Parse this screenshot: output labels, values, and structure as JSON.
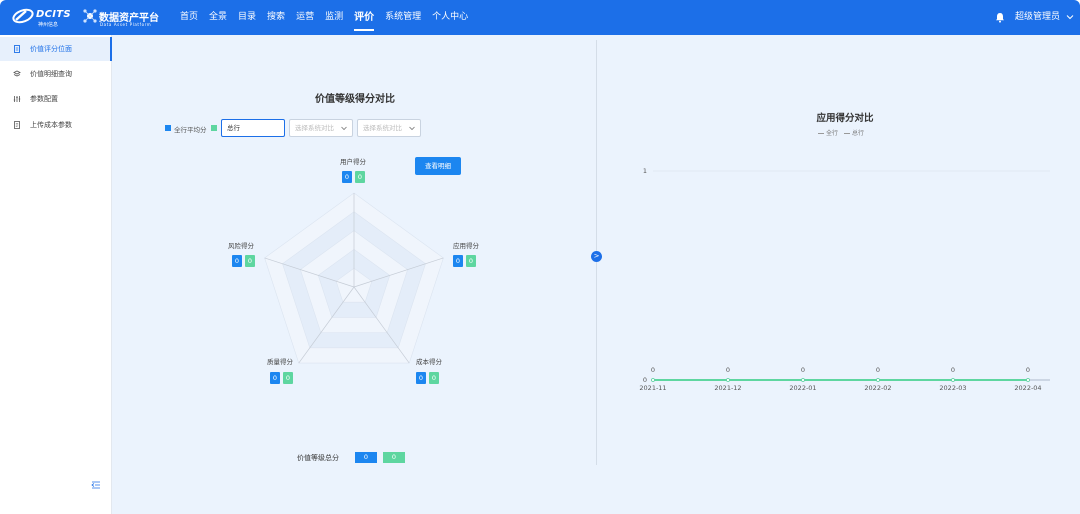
{
  "header": {
    "logo1_name": "DCITS",
    "logo1_sub": "神州信息",
    "logo2_name": "数据资产平台",
    "logo2_sub": "Data Asset Platform",
    "nav": [
      {
        "label": "首页",
        "active": false
      },
      {
        "label": "全景",
        "active": false
      },
      {
        "label": "目录",
        "active": false
      },
      {
        "label": "搜索",
        "active": false
      },
      {
        "label": "运营",
        "active": false
      },
      {
        "label": "监测",
        "active": false
      },
      {
        "label": "评价",
        "active": true
      },
      {
        "label": "系统管理",
        "active": false
      },
      {
        "label": "个人中心",
        "active": false
      }
    ],
    "user": "超级管理员"
  },
  "sidebar": {
    "items": [
      {
        "label": "价值评分位面",
        "active": true,
        "icon": "document-icon"
      },
      {
        "label": "价值明细查询",
        "active": false,
        "icon": "stack-icon"
      },
      {
        "label": "参数配置",
        "active": false,
        "icon": "sliders-icon"
      },
      {
        "label": "上传成本参数",
        "active": false,
        "icon": "file-icon"
      }
    ]
  },
  "left_panel": {
    "title": "价值等级得分对比",
    "legend": [
      "全行平均分",
      ""
    ],
    "select_org": "总行",
    "select_app_placeholder": "选择系统对比",
    "select_sys_placeholder": "选择系统对比",
    "detail_button": "查看明细",
    "radar_axes": [
      {
        "label": "用户得分",
        "blue": "0",
        "green": "0"
      },
      {
        "label": "应用得分",
        "blue": "0",
        "green": "0"
      },
      {
        "label": "成本得分",
        "blue": "0",
        "green": "0"
      },
      {
        "label": "质量得分",
        "blue": "0",
        "green": "0"
      },
      {
        "label": "风险得分",
        "blue": "0",
        "green": "0"
      }
    ],
    "total_label": "价值等级总分",
    "total_blue": "0",
    "total_green": "0"
  },
  "right_panel": {
    "title": "应用得分对比",
    "legend": [
      "全行",
      "总行"
    ]
  },
  "chart_data": {
    "type": "line",
    "x": [
      "2021-11",
      "2021-12",
      "2022-01",
      "2022-02",
      "2022-03",
      "2022-04"
    ],
    "y_ticks": [
      "0",
      "1"
    ],
    "ylim": [
      0,
      1
    ],
    "series": [
      {
        "name": "全行",
        "values": [
          0,
          0,
          0,
          0,
          0,
          0
        ]
      },
      {
        "name": "总行",
        "values": [
          0,
          0,
          0,
          0,
          0,
          0
        ]
      }
    ],
    "data_labels": [
      "0",
      "0",
      "0",
      "0",
      "0",
      "0"
    ]
  },
  "colors": {
    "primary": "#1c6fe8",
    "blue_score": "#1c86f0",
    "green_score": "#5ed6a0",
    "background": "#ebf3fd"
  }
}
